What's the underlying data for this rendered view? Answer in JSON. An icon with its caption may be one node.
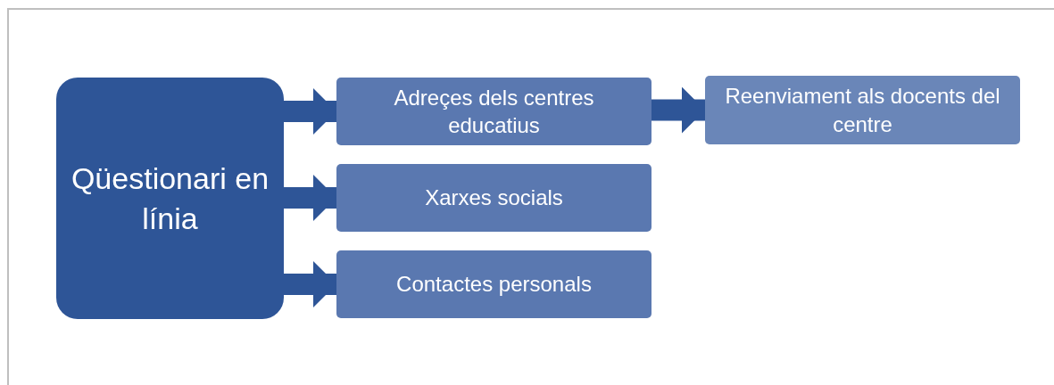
{
  "diagram": {
    "nodes": [
      {
        "text": [
          "Qüestionari en línia"
        ]
      },
      {
        "text": [
          "Adreçes dels centres educatius"
        ]
      },
      {
        "text": [
          "Reenviament als docents del centre"
        ]
      },
      {
        "text": [
          "Xarxes socials"
        ]
      },
      {
        "text": [
          "Contactes personals"
        ]
      }
    ],
    "edges": [
      {
        "from": 0,
        "to": 1,
        "arrow": "to"
      },
      {
        "from": 1,
        "to": 2,
        "arrow": "to"
      },
      {
        "from": 0,
        "to": 3,
        "arrow": "to"
      },
      {
        "from": 0,
        "to": 4,
        "arrow": "to"
      }
    ]
  }
}
